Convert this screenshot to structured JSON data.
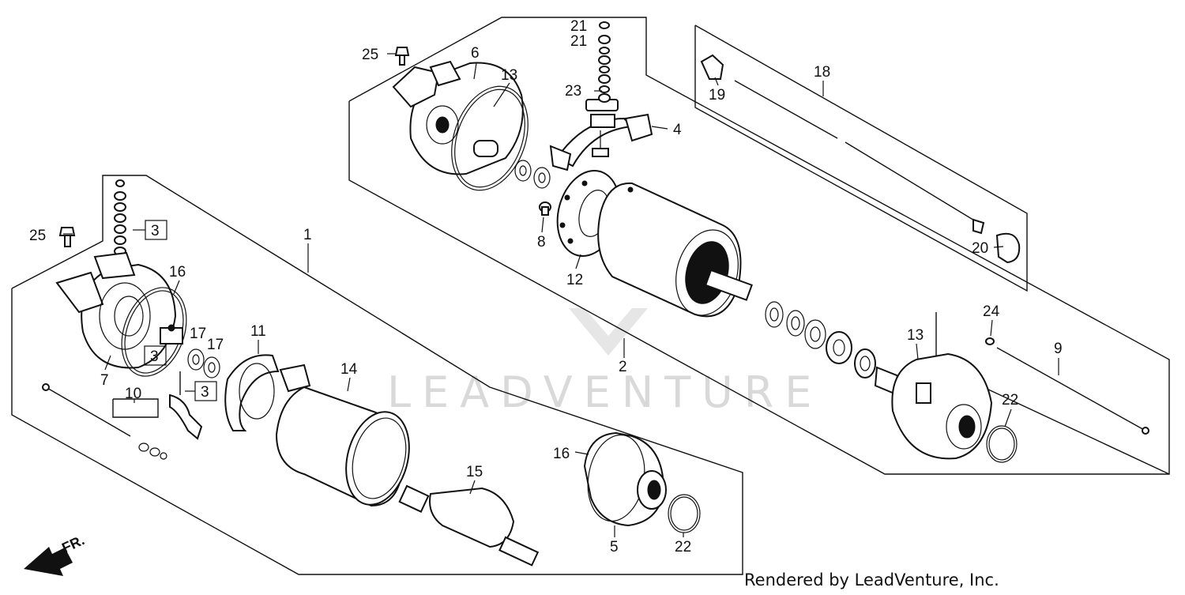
{
  "watermark": "LEADVENTURE",
  "credit": "Rendered by LeadVenture, Inc.",
  "direction_label": "FR.",
  "callouts": {
    "c1": "1",
    "c2": "2",
    "c3a": "3",
    "c3b": "3",
    "c3c": "3",
    "c4": "4",
    "c5": "5",
    "c6": "6",
    "c7": "7",
    "c8": "8",
    "c9": "9",
    "c10": "10",
    "c11": "11",
    "c12": "12",
    "c13a": "13",
    "c13b": "13",
    "c14": "14",
    "c15": "15",
    "c16a": "16",
    "c16b": "16",
    "c17a": "17",
    "c17b": "17",
    "c18": "18",
    "c19": "19",
    "c20": "20",
    "c21a": "21",
    "c21b": "21",
    "c22a": "22",
    "c22b": "22",
    "c23": "23",
    "c24": "24",
    "c25a": "25",
    "c25b": "25"
  }
}
